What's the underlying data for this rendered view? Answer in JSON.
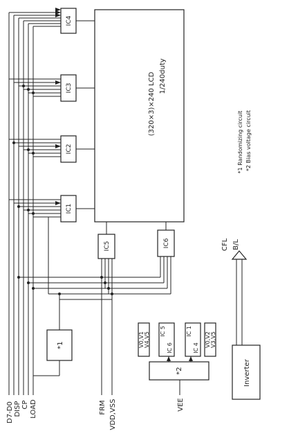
{
  "blocks": {
    "ic1": "IC1",
    "ic2": "IC2",
    "ic3": "IC3",
    "ic4": "IC4",
    "ic5": "IC5",
    "ic6": "IC6",
    "x1": "*1",
    "x2": "*2",
    "ic5_6": "IC 5",
    "ic5_6b": "IC 6",
    "ic1_4": "IC 1",
    "ic1_4b": "IC 4",
    "inverter": "Inverter",
    "lcd_line1": "(320×3)×240 LCD",
    "lcd_line2": "1/240duty",
    "vbox_left_1": "V0,V1",
    "vbox_left_2": "V4,V5",
    "vbox_right_1": "V0,V2",
    "vbox_right_2": "V3,V5"
  },
  "signals": {
    "d7d0": "D7-D0",
    "disp": "DISP",
    "cp": "CP",
    "load": "LOAD",
    "frm": "FRM",
    "vdd": "VDD,VSS",
    "vee": "VEE",
    "cfl": "CFL",
    "bl": "B/L"
  },
  "notes": {
    "note1": "*1 Randomizing circuit",
    "note2": "*2 Bias voltage circuit"
  }
}
